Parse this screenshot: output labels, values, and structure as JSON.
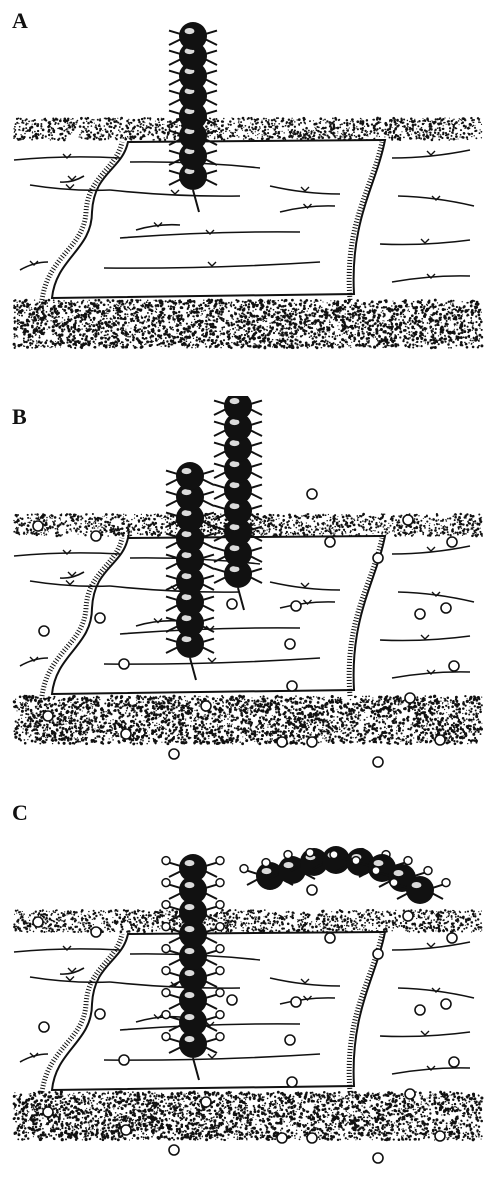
{
  "panels": [
    {
      "label": "A",
      "extra_chain": "none",
      "particles": false,
      "decorated": false
    },
    {
      "label": "B",
      "extra_chain": "straight",
      "particles": true,
      "decorated": false
    },
    {
      "label": "C",
      "extra_chain": "curved",
      "particles": true,
      "decorated": true
    }
  ],
  "colors": {
    "ink": "#111111",
    "paper": "#ffffff",
    "highlight": "#ffffff"
  }
}
